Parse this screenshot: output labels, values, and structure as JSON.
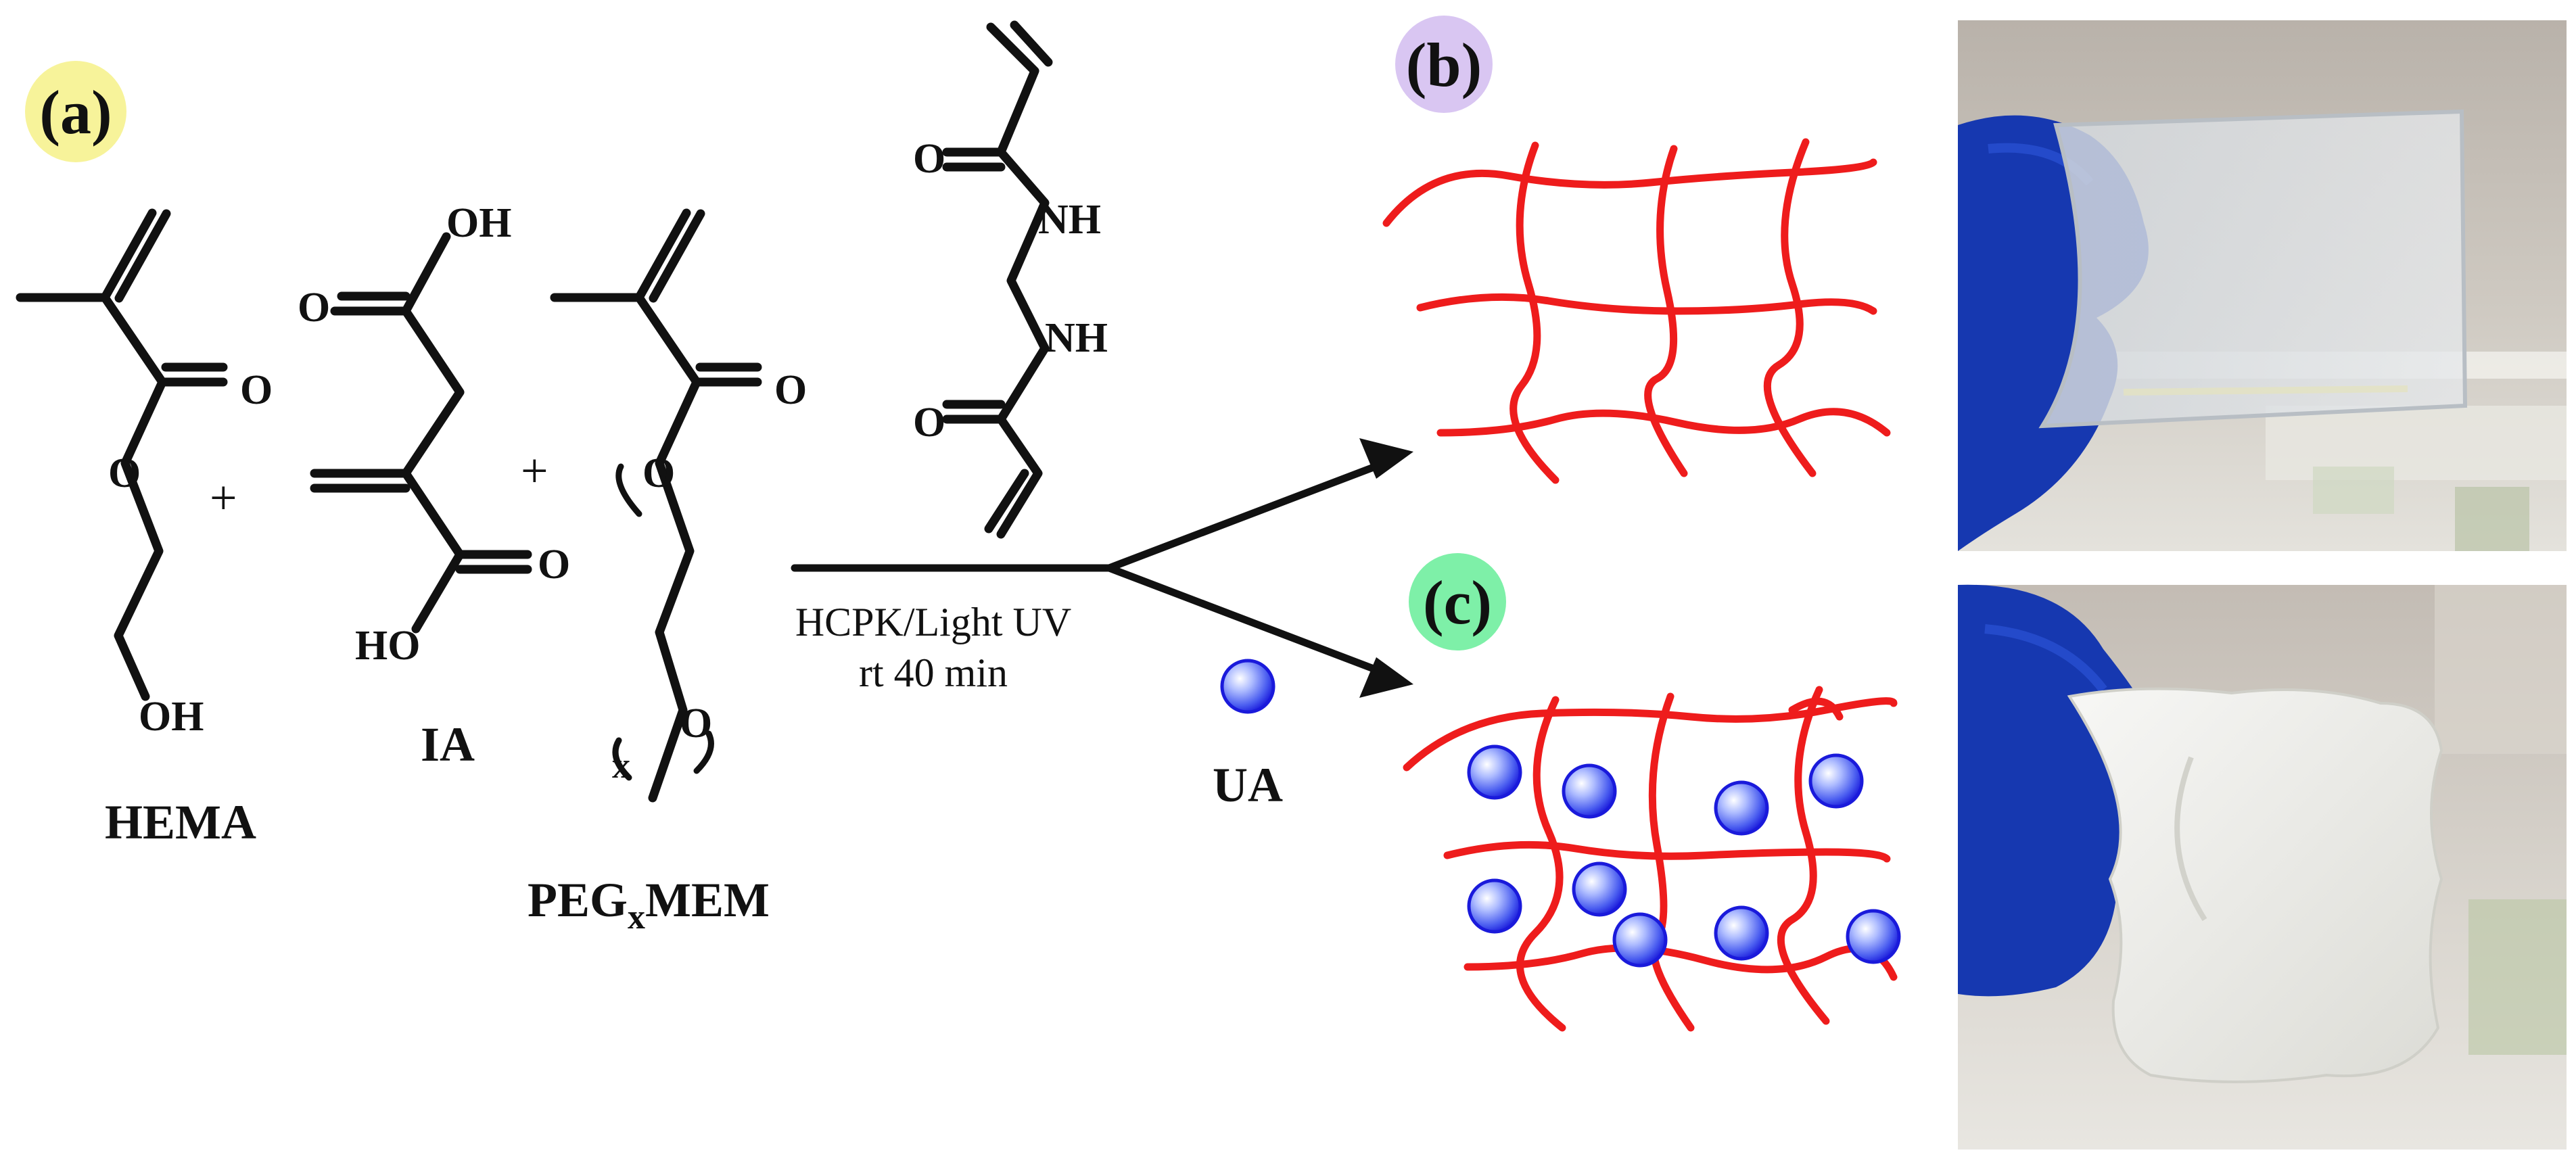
{
  "panels": {
    "a": {
      "label": "(a)",
      "badge_color": "#f7f39a"
    },
    "b": {
      "label": "(b)",
      "badge_color": "#d9c6f2"
    },
    "c": {
      "label": "(c)",
      "badge_color": "#7ef0a8"
    }
  },
  "molecules": {
    "hema": {
      "name": "HEMA",
      "atoms": {
        "o_carbonyl": "O",
        "o_ester": "O",
        "oh": "OH"
      }
    },
    "ia": {
      "name": "IA",
      "atoms": {
        "oh_top": "OH",
        "o_top": "O",
        "o_bottom": "O",
        "ho_bottom": "HO"
      }
    },
    "peg": {
      "name_main": "PEG",
      "name_sub": "x",
      "name_tail": "MEM",
      "atoms": {
        "o_carbonyl": "O",
        "o_ester": "O",
        "o_ether": "O",
        "subscript_x": "x"
      }
    },
    "crosslinker": {
      "atoms": {
        "o_top": "O",
        "nh_top": "NH",
        "nh_bottom": "NH",
        "o_bottom": "O"
      }
    }
  },
  "plus_signs": [
    "+",
    "+"
  ],
  "reaction": {
    "condition_line1": "HCPK/Light UV",
    "condition_line2": "rt 40 min"
  },
  "drug": {
    "label": "UA",
    "color": "#1a1adb"
  },
  "network_color": "#ee1c1c",
  "photos": {
    "top": {
      "description_icon": "transparent-hydrogel-photo",
      "glove_color": "#1638b0"
    },
    "bottom": {
      "description_icon": "opaque-hydrogel-photo",
      "glove_color": "#1638b0"
    }
  }
}
